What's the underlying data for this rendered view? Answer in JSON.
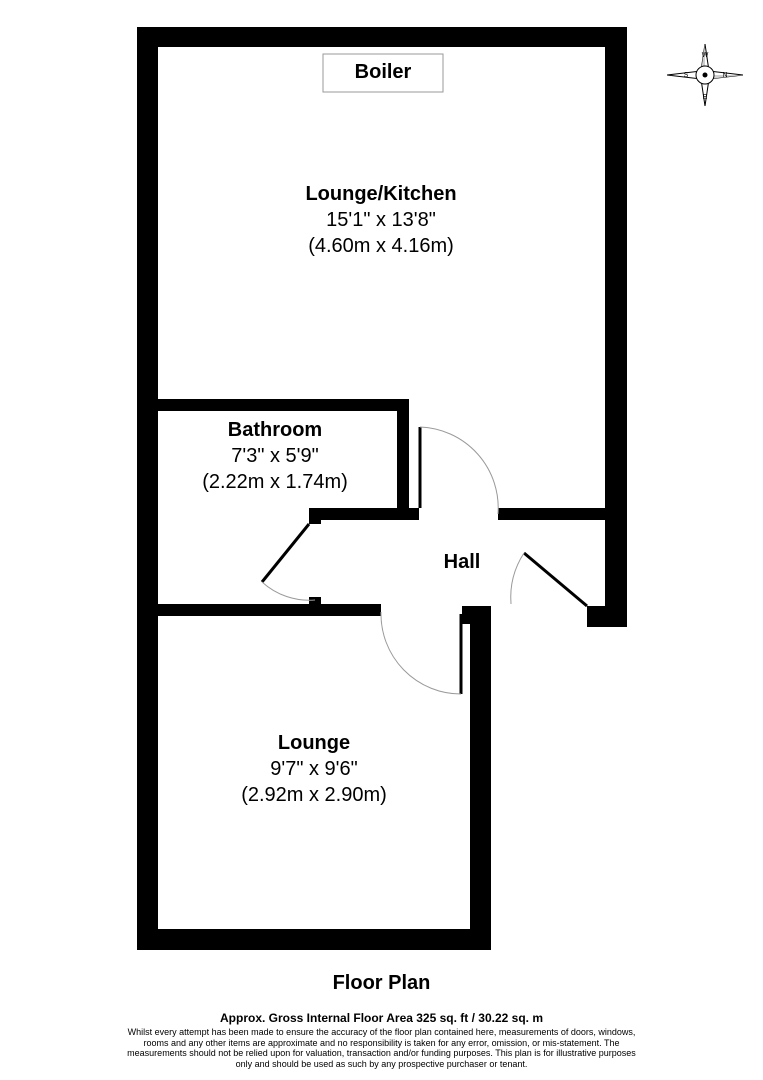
{
  "rooms": {
    "boiler": {
      "name": "Boiler"
    },
    "lounge_kitchen": {
      "name": "Lounge/Kitchen",
      "imperial": "15'1\" x 13'8\"",
      "metric": "(4.60m x 4.16m)"
    },
    "bathroom": {
      "name": "Bathroom",
      "imperial": "7'3\" x 5'9\"",
      "metric": "(2.22m x 1.74m)"
    },
    "hall": {
      "name": "Hall"
    },
    "lounge": {
      "name": "Lounge",
      "imperial": "9'7\" x 9'6\"",
      "metric": "(2.92m x 2.90m)"
    }
  },
  "compass": {
    "n": "N",
    "e": "E",
    "s": "S",
    "w": "W"
  },
  "footer": {
    "title": "Floor Plan",
    "area": "Approx. Gross Internal Floor Area 325 sq. ft / 30.22 sq. m",
    "disclaimer": "Whilst every attempt has been made to ensure the accuracy of the floor plan contained here, measurements of doors, windows, rooms and any other items are approximate and no responsibility is taken for any error, omission, or mis-statement. The measurements should not be relied upon for valuation, transaction and/or funding purposes. This plan is for illustrative purposes only and should be used as such by any prospective purchaser or tenant."
  },
  "colors": {
    "wall": "#000000",
    "background": "#ffffff",
    "door_arc": "#9a9a9a",
    "compass_fill": "#cfcfcf"
  }
}
